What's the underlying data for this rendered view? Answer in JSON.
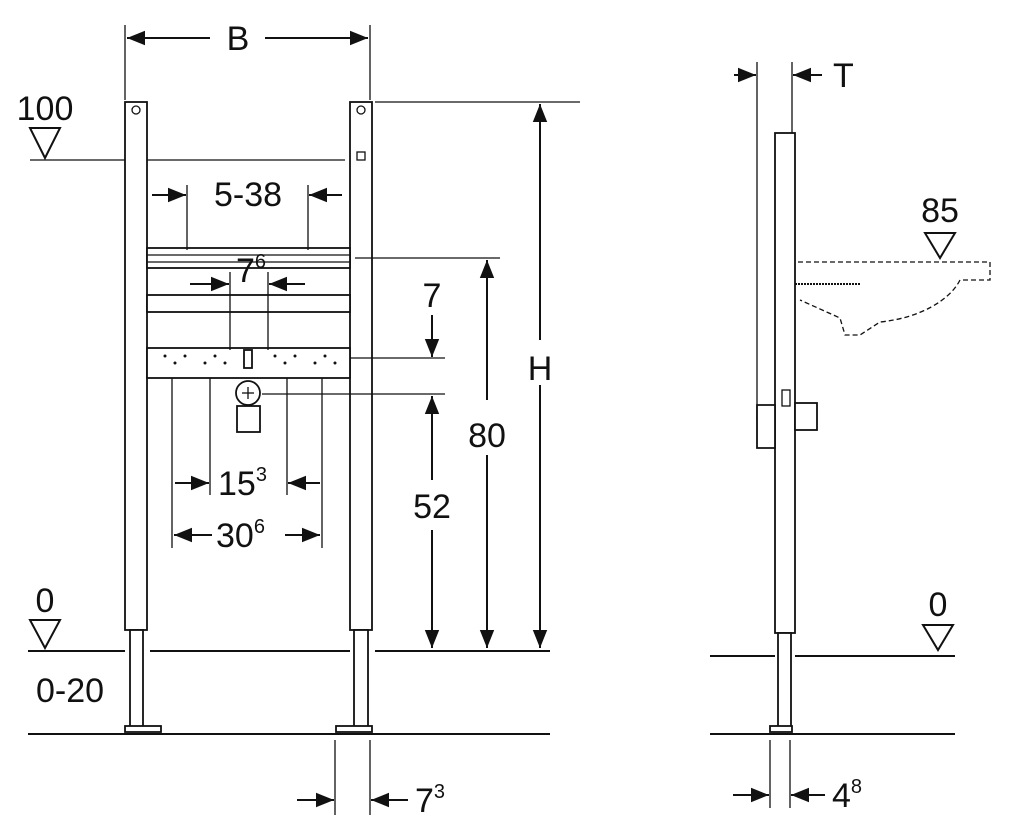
{
  "front_view": {
    "width_label": "B",
    "height_label": "H",
    "top_level": "100",
    "floor_level": "0",
    "foot_adjust_range": "0-20",
    "rail_spacing": "5-38",
    "connection_spacing": {
      "base": "7",
      "sup": "6"
    },
    "pipe_offset": "7",
    "basin_height": "80",
    "outlet_height": "52",
    "spacing_inner": {
      "base": "15",
      "sup": "3"
    },
    "spacing_outer": {
      "base": "30",
      "sup": "6"
    },
    "post_width": {
      "base": "7",
      "sup": "3"
    }
  },
  "side_view": {
    "depth_label": "T",
    "basin_level": "85",
    "floor_level": "0",
    "leg_width": {
      "base": "4",
      "sup": "8"
    }
  }
}
